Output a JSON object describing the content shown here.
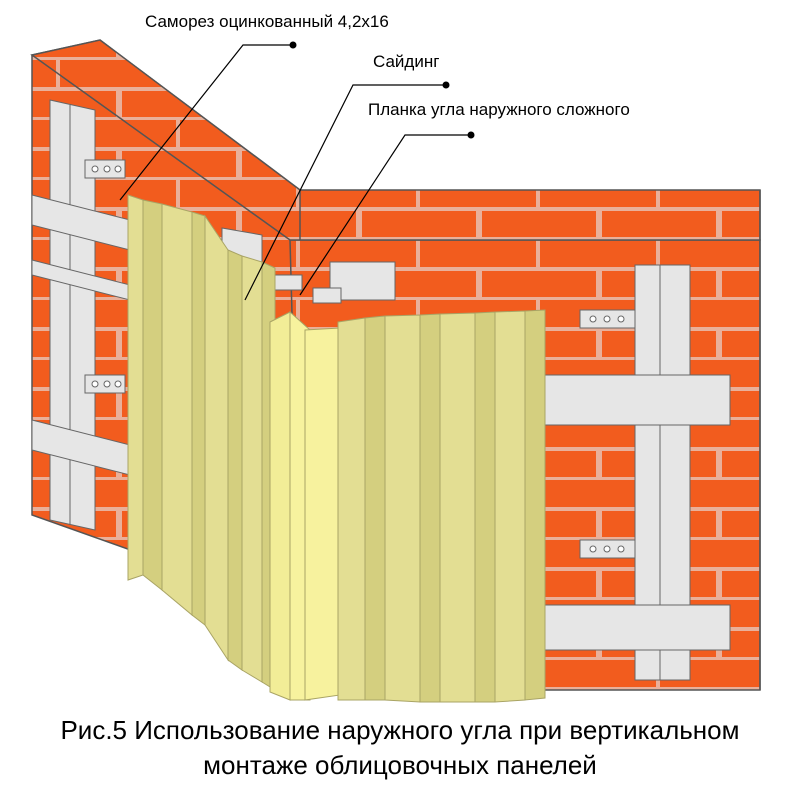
{
  "labels": {
    "screw": "Саморез оцинкованный 4,2х16",
    "siding": "Сайдинг",
    "corner": "Планка угла наружного сложного"
  },
  "caption": {
    "line1": "Рис.5  Использование наружного угла при вертикальном",
    "line2": "монтаже  облицовочных панелей"
  },
  "colors": {
    "brick": "#f25c1e",
    "mortar": "#e9b09a",
    "profile": "#e6e6e6",
    "siding": "#e3de93",
    "siding_dark": "#d4cf7f",
    "corner_strip": "#f7f29e"
  }
}
